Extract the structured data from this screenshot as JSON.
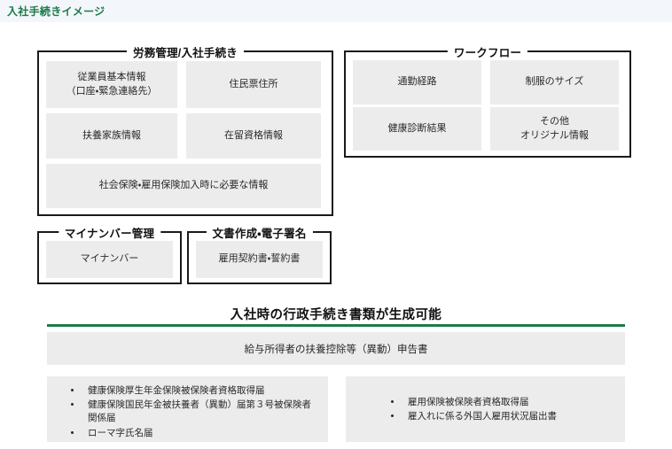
{
  "header": {
    "title": "入社手続きイメージ",
    "accent_color": "#1d7a4a",
    "band_color": "#f3f6fa"
  },
  "groups": [
    {
      "name": "labor-management",
      "title": "労務管理/入社手続き",
      "cells": [
        {
          "name": "employee-basic-info",
          "line1": "従業員基本情報",
          "line2": "（口座・緊急連絡先）"
        },
        {
          "name": "residence-certificate-address",
          "line1": "住民票住所",
          "line2": ""
        },
        {
          "name": "dependent-family-info",
          "line1": "扶養家族情報",
          "line2": ""
        },
        {
          "name": "residence-status-info",
          "line1": "在留資格情報",
          "line2": ""
        },
        {
          "name": "insurance-enrollment-info",
          "line1": "社会保険・雇用保険加入時に必要な情報",
          "line2": ""
        }
      ]
    },
    {
      "name": "workflow",
      "title": "ワークフロー",
      "cells": [
        {
          "name": "commute-route",
          "line1": "通勤経路",
          "line2": ""
        },
        {
          "name": "uniform-size",
          "line1": "制服のサイズ",
          "line2": ""
        },
        {
          "name": "health-checkup-result",
          "line1": "健康診断結果",
          "line2": ""
        },
        {
          "name": "other-original-info",
          "line1": "その他",
          "line2": "オリジナル情報"
        }
      ]
    },
    {
      "name": "my-number-management",
      "title": "マイナンバー管理",
      "cells": [
        {
          "name": "my-number",
          "line1": "マイナンバー",
          "line2": ""
        }
      ]
    },
    {
      "name": "document-creation-esignature",
      "title": "文書作成・電子署名",
      "cells": [
        {
          "name": "employment-contract-pledge",
          "line1": "雇用契約書・誓約書",
          "line2": ""
        }
      ]
    }
  ],
  "bottom": {
    "heading": "入社時の行政手続き書類が生成可能",
    "rule_color": "#1d7a4a",
    "wide_document": "給与所得者の扶養控除等（異動）申告書",
    "list_left": [
      "健康保険厚生年金保険被保険者資格取得届",
      "健康保険国民年金被扶養者（異動）届第３号被保険者関係届",
      "ローマ字氏名届"
    ],
    "list_right": [
      "雇用保険被保険者資格取得届",
      "雇入れに係る外国人雇用状況届出書"
    ]
  }
}
